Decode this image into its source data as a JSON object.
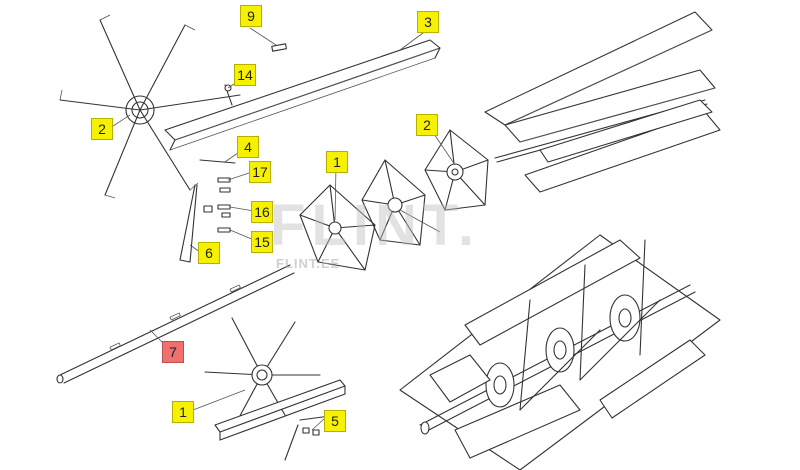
{
  "callouts": {
    "c1": "1",
    "c2": "2",
    "c3": "3",
    "c4": "4",
    "c5": "5",
    "c6": "6",
    "c7": "7",
    "c9": "9",
    "c14": "14",
    "c15": "15",
    "c16": "16",
    "c17": "17",
    "c2b": "2",
    "c1b": "1"
  },
  "colors": {
    "callout_yellow": "#f5f100",
    "callout_red": "#f07070",
    "line": "#333333"
  },
  "watermark": {
    "brand": "FLINT.",
    "url": "FLINT.EE"
  }
}
